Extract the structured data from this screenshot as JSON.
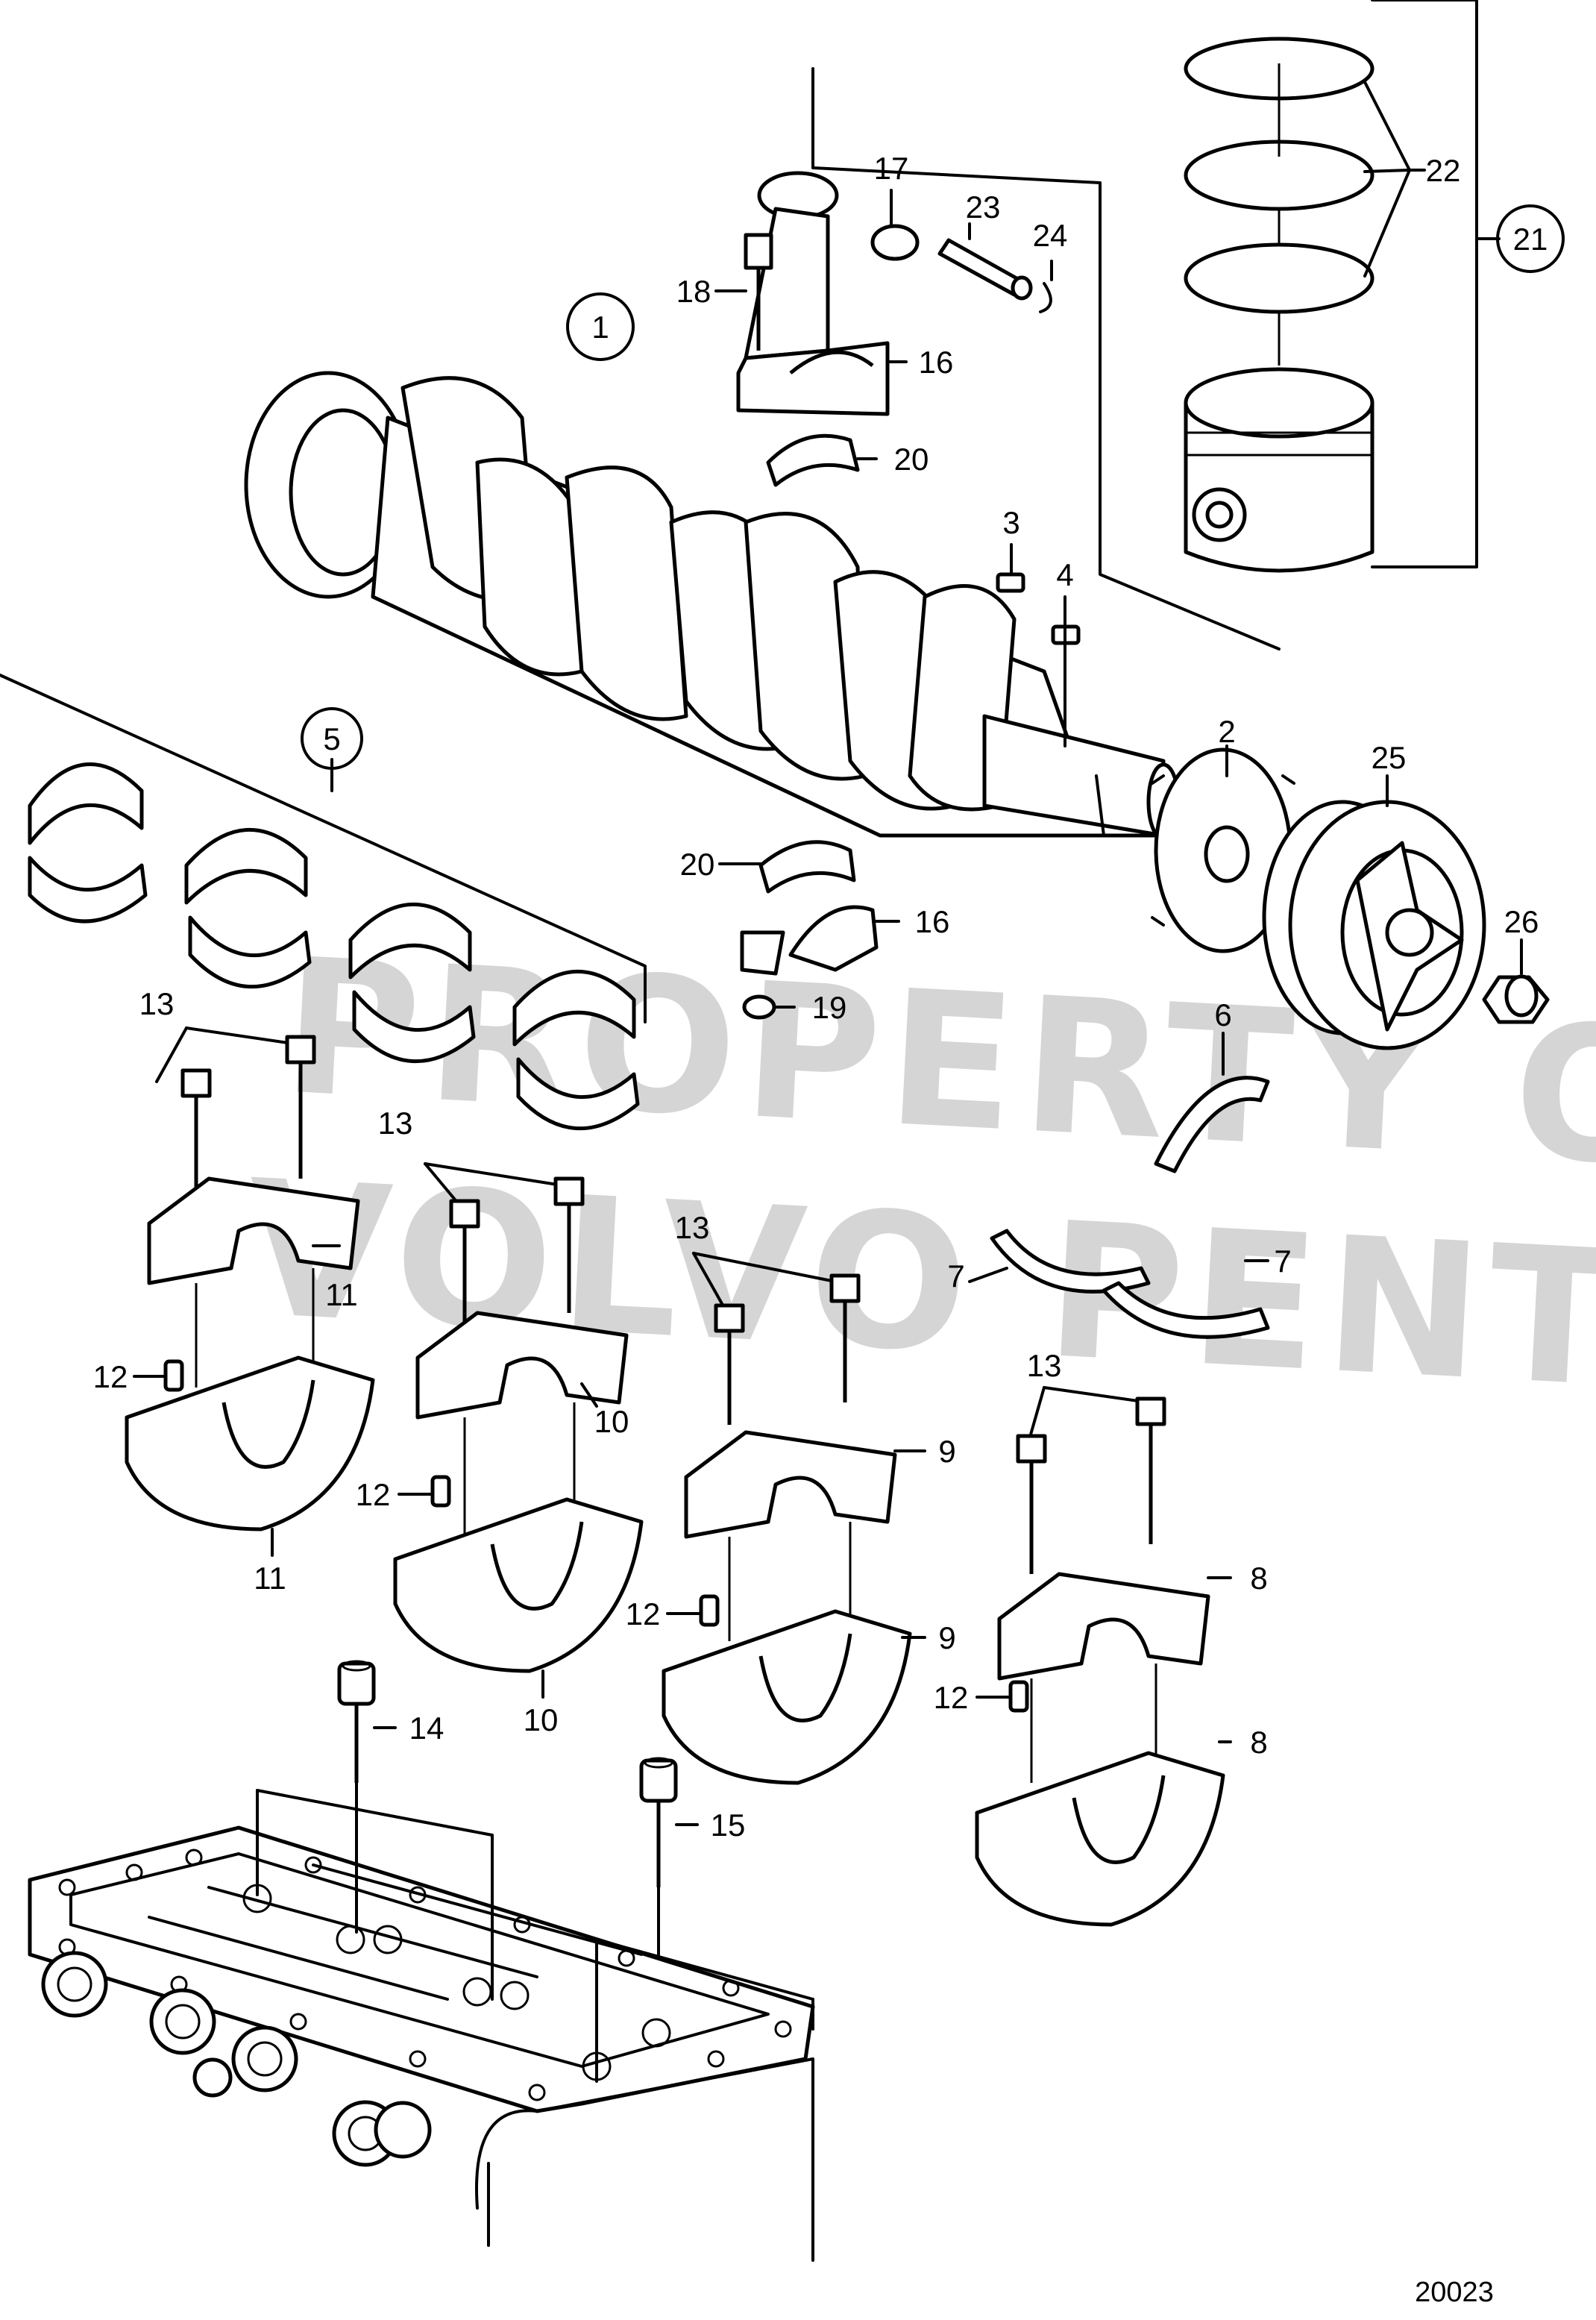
{
  "drawing_number": "20023",
  "watermark": {
    "line1": "PROPERTY OF",
    "line2": "VOLVO PENTA"
  },
  "callouts": {
    "c1": "1",
    "c2": "2",
    "c3": "3",
    "c4": "4",
    "c5": "5",
    "c6": "6",
    "c7a": "7",
    "c7b": "7",
    "c8a": "8",
    "c8b": "8",
    "c9a": "9",
    "c9b": "9",
    "c10a": "10",
    "c10b": "10",
    "c11a": "11",
    "c11b": "11",
    "c12a": "12",
    "c12b": "12",
    "c12c": "12",
    "c12d": "12",
    "c13a": "13",
    "c13b": "13",
    "c13c": "13",
    "c13d": "13",
    "c14": "14",
    "c15": "15",
    "c16a": "16",
    "c16b": "16",
    "c17": "17",
    "c18": "18",
    "c19": "19",
    "c20a": "20",
    "c20b": "20",
    "c21": "21",
    "c22": "22",
    "c23": "23",
    "c24": "24",
    "c25": "25",
    "c26": "26"
  }
}
